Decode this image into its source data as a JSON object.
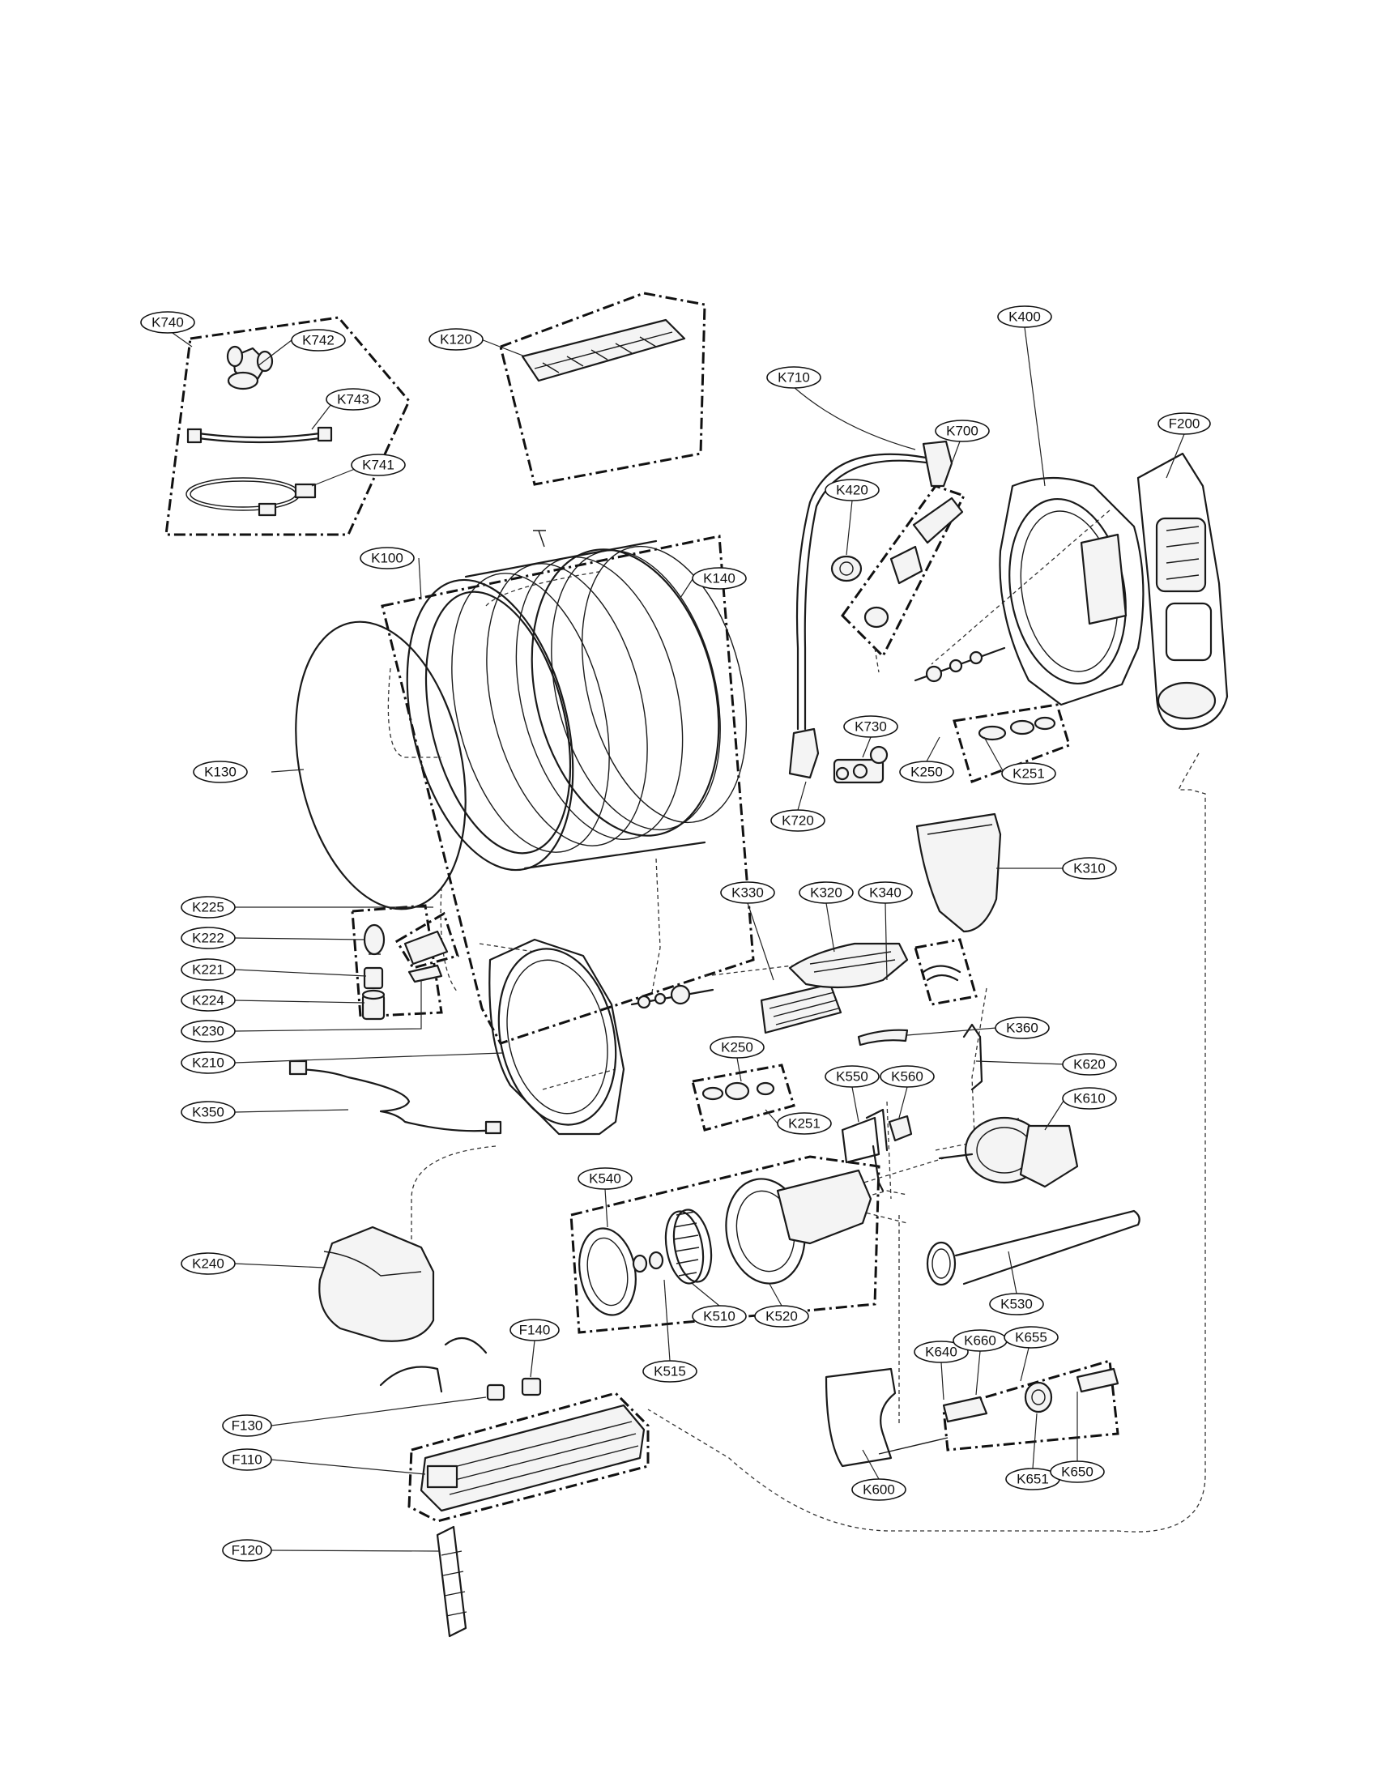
{
  "diagram": {
    "callouts": {
      "K740": "K740",
      "K742": "K742",
      "K743": "K743",
      "K741": "K741",
      "K120": "K120",
      "K100": "K100",
      "K140": "K140",
      "K130": "K130",
      "K710": "K710",
      "K700": "K700",
      "K420": "K420",
      "K400": "K400",
      "F200": "F200",
      "K730": "K730",
      "K720": "K720",
      "K250a": "K250",
      "K251a": "K251",
      "K310": "K310",
      "K225": "K225",
      "K222": "K222",
      "K221": "K221",
      "K224": "K224",
      "K230": "K230",
      "K210": "K210",
      "K350": "K350",
      "K330": "K330",
      "K320": "K320",
      "K340": "K340",
      "K360": "K360",
      "K620": "K620",
      "K250b": "K250",
      "K251b": "K251",
      "K550": "K550",
      "K560": "K560",
      "K610": "K610",
      "K540": "K540",
      "K240": "K240",
      "K510": "K510",
      "K520": "K520",
      "K530": "K530",
      "K515": "K515",
      "F140": "F140",
      "F130": "F130",
      "F110": "F110",
      "F120": "F120",
      "K640": "K640",
      "K660": "K660",
      "K655": "K655",
      "K600": "K600",
      "K651": "K651",
      "K650": "K650"
    }
  }
}
